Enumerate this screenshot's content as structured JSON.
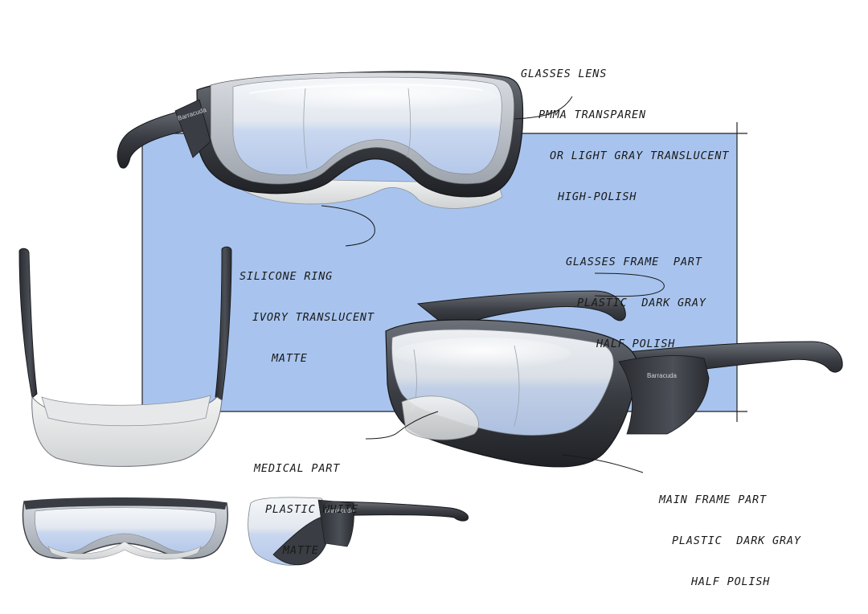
{
  "brand": {
    "logo_text": "Barracuda",
    "accent_color": "#a8c4ee",
    "frame_color": "#3c3f45"
  },
  "callouts": {
    "lens": {
      "line1": "GLASSES LENS",
      "line2": "PMMA TRANSPAREN",
      "line3": "OR LIGHT GRAY TRANSLUCENT",
      "line4": "HIGH-POLISH"
    },
    "silicone": {
      "line1": "SILICONE RING",
      "line2": "IVORY TRANSLUCENT",
      "line3": "MATTE"
    },
    "glasses_frame": {
      "line1": "GLASSES FRAME  PART",
      "line2": "PLASTIC  DARK GRAY",
      "line3": "HALF POLISH"
    },
    "medical": {
      "line1": "MEDICAL PART",
      "line2": "PLASTIC WHITE",
      "line3": "MATTE"
    },
    "main_frame": {
      "line1": "MAIN FRAME PART",
      "line2": "PLASTIC  DARK GRAY",
      "line3": "HALF POLISH"
    }
  }
}
